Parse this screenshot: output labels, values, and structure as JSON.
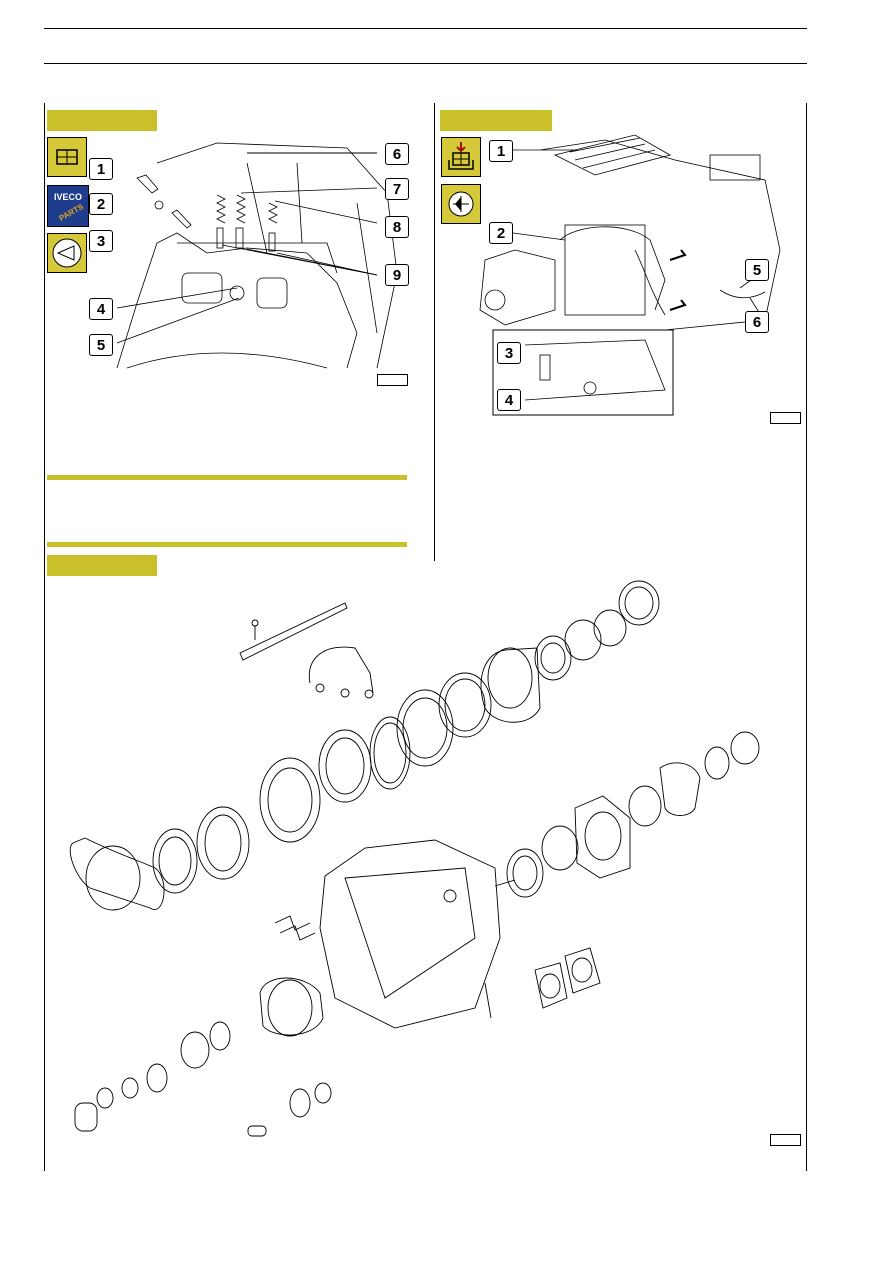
{
  "figure_1": {
    "callouts": [
      "1",
      "2",
      "3",
      "4",
      "5",
      "6",
      "7",
      "8",
      "9"
    ],
    "icons": [
      "transmission-icon",
      "spare-parts-icon",
      "visual-check-icon"
    ],
    "brand": {
      "line1": "IVECO",
      "line2": "PARTS"
    }
  },
  "figure_2": {
    "callouts": [
      "1",
      "2",
      "3",
      "4",
      "5",
      "6"
    ],
    "icons": [
      "removal-icon",
      "valve-icon"
    ]
  },
  "colors": {
    "tab": "#c9c02a",
    "icon_bg": "#d5c93a",
    "brand_bg": "#1e3d8c"
  }
}
